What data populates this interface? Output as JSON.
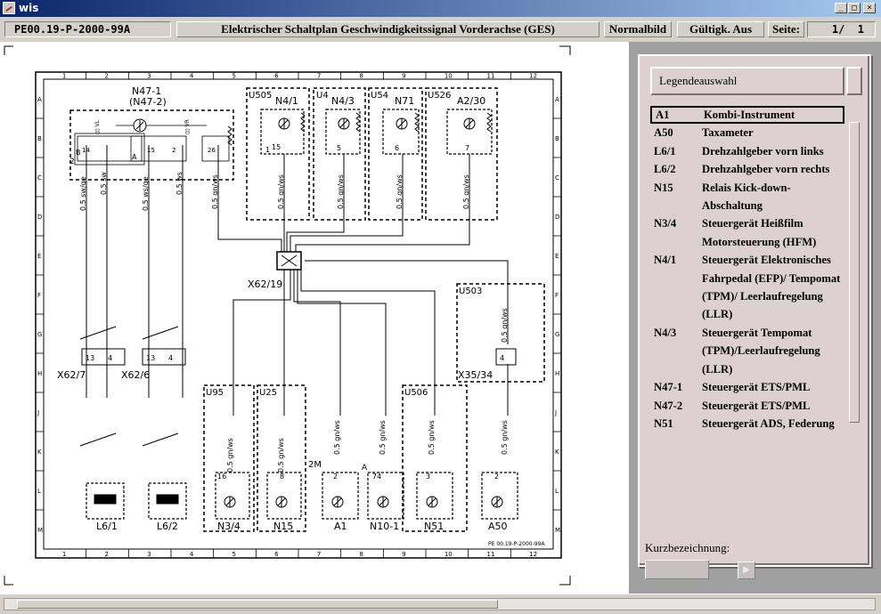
{
  "window": {
    "title": "wis",
    "min": "_",
    "max": "□",
    "close": "×"
  },
  "toolbar": {
    "doc_id": "PE00.19-P-2000-99A",
    "doc_title": "Elektrischer Schaltplan Geschwindigkeitssignal Vorderachse (GES)",
    "normal_view": "Normalbild",
    "validity": "Gültigk. Aus",
    "page_label": "Seite:",
    "page_value": "1/  1"
  },
  "diagram": {
    "top_cols": [
      "1",
      "2",
      "3",
      "4",
      "5",
      "6",
      "7",
      "8",
      "9",
      "10",
      "11",
      "12"
    ],
    "side_rows": [
      "A",
      "B",
      "C",
      "D",
      "E",
      "F",
      "G",
      "H",
      "J",
      "K",
      "L",
      "M"
    ],
    "footer_ref": "PE 00.19-P-2000-99A",
    "components": {
      "n47_1": "N47-1",
      "n47_2": "(N47-2)",
      "u505": "U505",
      "n4_1": "N4/1",
      "u4": "U4",
      "n4_3": "N4/3",
      "u54": "U54",
      "n71": "N71",
      "u526": "U526",
      "a2_30": "A2/30",
      "x62_19": "X62/19",
      "u503": "U503",
      "x62_7": "X62/7",
      "x62_6": "X62/6",
      "x35_34": "X35/34",
      "u95": "U95",
      "u25": "U25",
      "u506": "U506",
      "l6_1": "L6/1",
      "l6_2": "L6/2",
      "n3_4": "N3/4",
      "n15": "N15",
      "a1": "A1",
      "n10_1": "N10-1",
      "n51": "N51",
      "a50": "A50"
    },
    "wire_labels": {
      "w1": "0.5 sw/ge",
      "w2": "0.5 sw",
      "w3": "0.5 ws/ge",
      "w4": "0.5 ws",
      "gnws": "0.5 gn/ws"
    },
    "pins": {
      "p14": "14",
      "pvl": "▯▯ VL",
      "p15": "15",
      "p2": "2",
      "pvr": "▯▯ VR",
      "p26": "26",
      "p13": "13",
      "p4": "4",
      "p16": "16",
      "p8": "8",
      "p74": "74",
      "p3": "3",
      "pB": "B",
      "pA": "A",
      "p2M": "2M",
      "p1": "1",
      "p5": "5",
      "p6": "6",
      "p7": "7"
    }
  },
  "legend": {
    "button": "Legendeauswahl",
    "items": [
      {
        "code": "A1",
        "desc": "Kombi-Instrument"
      },
      {
        "code": "A50",
        "desc": "Taxameter"
      },
      {
        "code": "L6/1",
        "desc": "Drehzahlgeber vorn links"
      },
      {
        "code": "L6/2",
        "desc": "Drehzahlgeber vorn rechts"
      },
      {
        "code": "N15",
        "desc": "Relais Kick-down-Abschaltung"
      },
      {
        "code": "N3/4",
        "desc": "Steuergerät Heißfilm Motorsteuerung (HFM)"
      },
      {
        "code": "N4/1",
        "desc": "Steuergerät Elektronisches Fahrpedal (EFP)/ Tempomat (TPM)/ Leerlaufregelung (LLR)"
      },
      {
        "code": "N4/3",
        "desc": "Steuergerät Tempomat (TPM)/Leerlaufregelung (LLR)"
      },
      {
        "code": "N47-1",
        "desc": "Steuergerät ETS/PML"
      },
      {
        "code": "N47-2",
        "desc": "Steuergerät ETS/PML"
      },
      {
        "code": "N51",
        "desc": "Steuergerät ADS, Federung"
      }
    ],
    "kurz_label": "Kurzbezeichnung:",
    "go": "▶"
  }
}
